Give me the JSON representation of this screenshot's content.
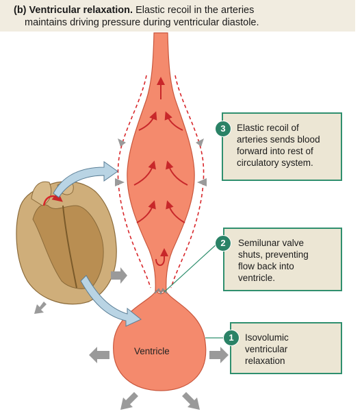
{
  "header": {
    "title_bold": "(b) Ventricular relaxation.",
    "title_rest": " Elastic recoil in the arteries",
    "title_line2": "maintains driving pressure during ventricular diastole."
  },
  "ventricle_label": "Ventricle",
  "callouts": [
    {
      "number": "3",
      "lines": [
        "Elastic recoil of",
        "arteries sends blood",
        "forward into rest of",
        "circulatory system."
      ]
    },
    {
      "number": "2",
      "lines": [
        "Semilunar valve",
        "shuts, preventing",
        "flow back into",
        "ventricle."
      ]
    },
    {
      "number": "1",
      "lines": [
        "Isovolumic",
        "ventricular",
        "relaxation"
      ]
    }
  ],
  "colors": {
    "artery_fill": "#f48a6d",
    "artery_stroke": "#c8563c",
    "flow_arrow": "#c8272a",
    "dashed_outline": "#d8262a",
    "callout_border": "#2f8f6e",
    "callout_fill": "#ece6d4",
    "badge": "#2a8266",
    "pressure_arrow": "#9a9a9a",
    "heart_fill": "#cfae7a",
    "curved_pointer": "#b9d4e4"
  }
}
